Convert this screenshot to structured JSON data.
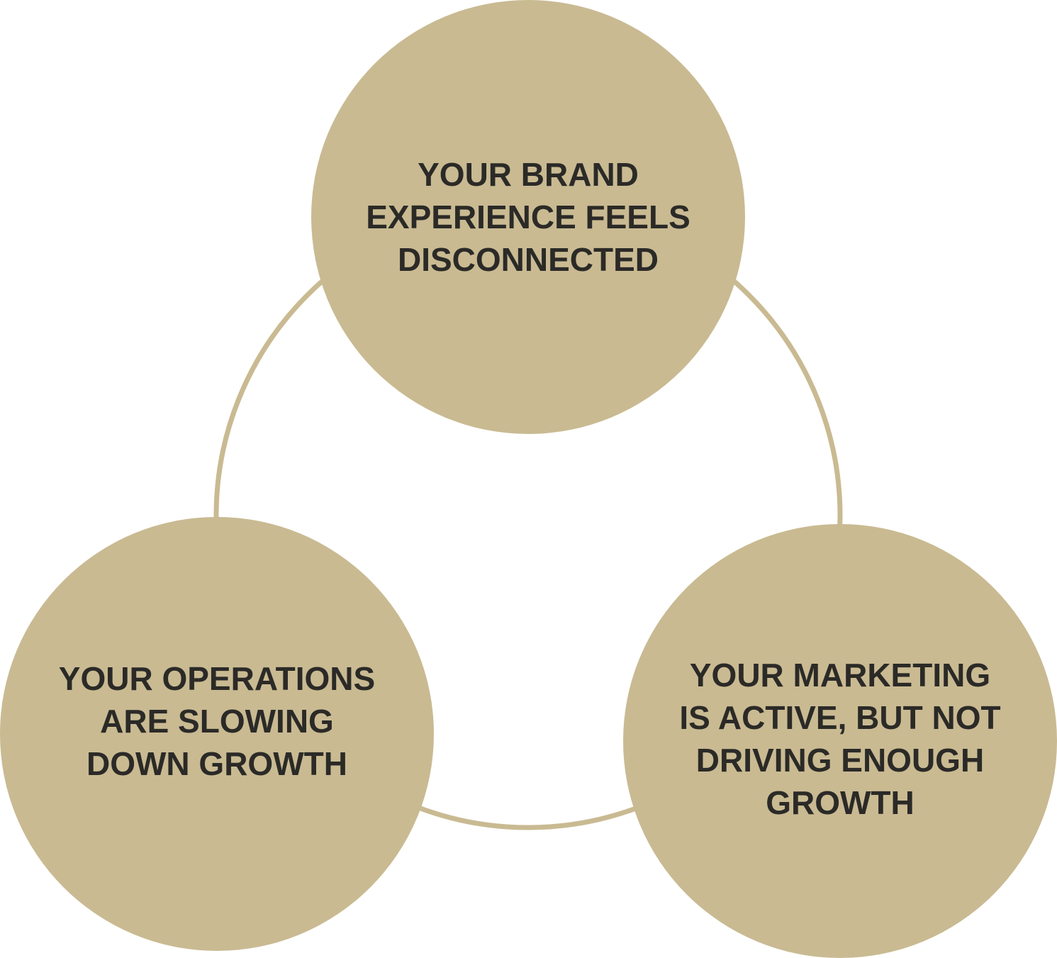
{
  "colors": {
    "node_fill": "#c9ba92",
    "ring_stroke": "#c9ba92",
    "text": "#2b2a27",
    "background": "#ffffff"
  },
  "nodes": {
    "top": {
      "label": "YOUR BRAND\nEXPERIENCE FEELS\nDISCONNECTED"
    },
    "left": {
      "label": "YOUR OPERATIONS\nARE SLOWING\nDOWN GROWTH"
    },
    "right": {
      "label": "YOUR MARKETING\nIS ACTIVE, BUT NOT\nDRIVING ENOUGH\nGROWTH"
    }
  }
}
